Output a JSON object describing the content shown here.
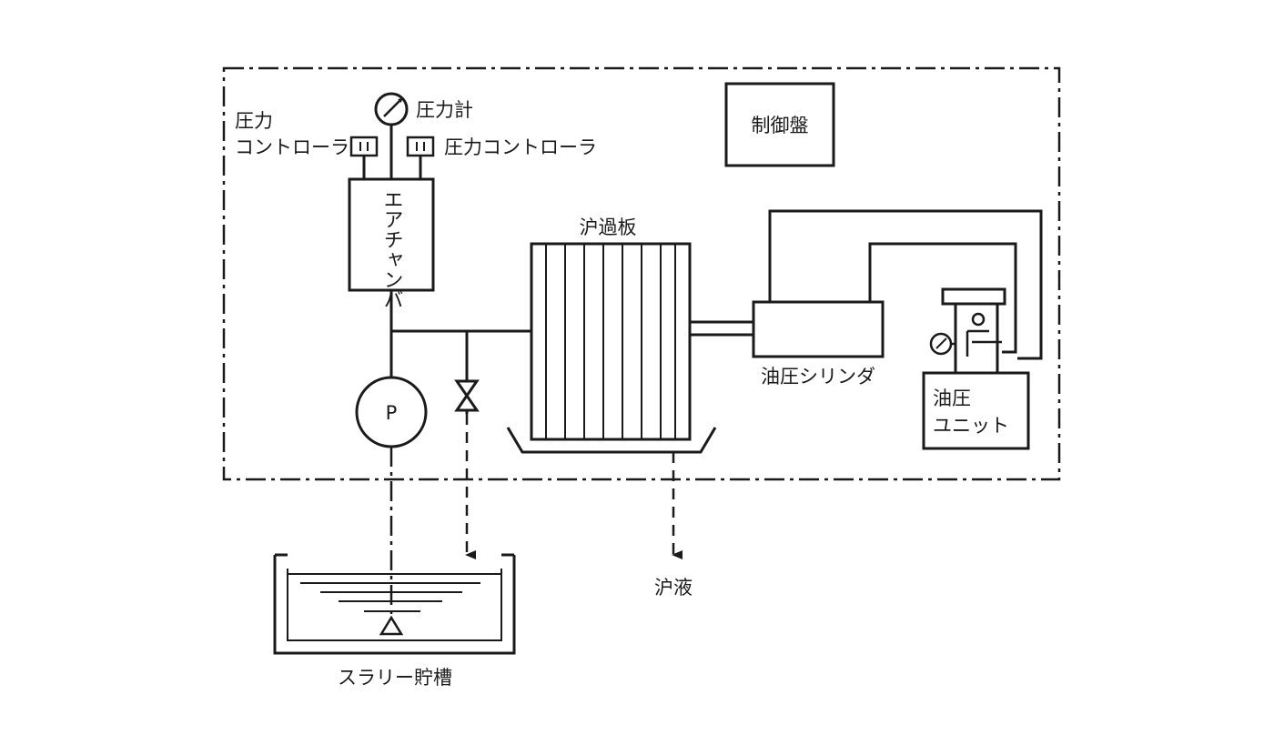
{
  "labels": {
    "pressure_gauge": "圧力計",
    "pressure_controller_left_line1": "圧力",
    "pressure_controller_left_line2": "コントローラ",
    "pressure_controller_right": "圧力コントローラ",
    "control_panel": "制御盤",
    "air_chamber": "エアチャンバ",
    "filter_plate": "沪過板",
    "hydraulic_cylinder": "油圧シリンダ",
    "hydraulic_unit_line1": "油圧",
    "hydraulic_unit_line2": "ユニット",
    "pump": "P",
    "filtrate": "沪液",
    "slurry_tank": "スラリー貯槽"
  },
  "colors": {
    "equipment_area": "#e7ecd1",
    "line": "#1a1a1a",
    "box_fill": "#ffffff"
  }
}
